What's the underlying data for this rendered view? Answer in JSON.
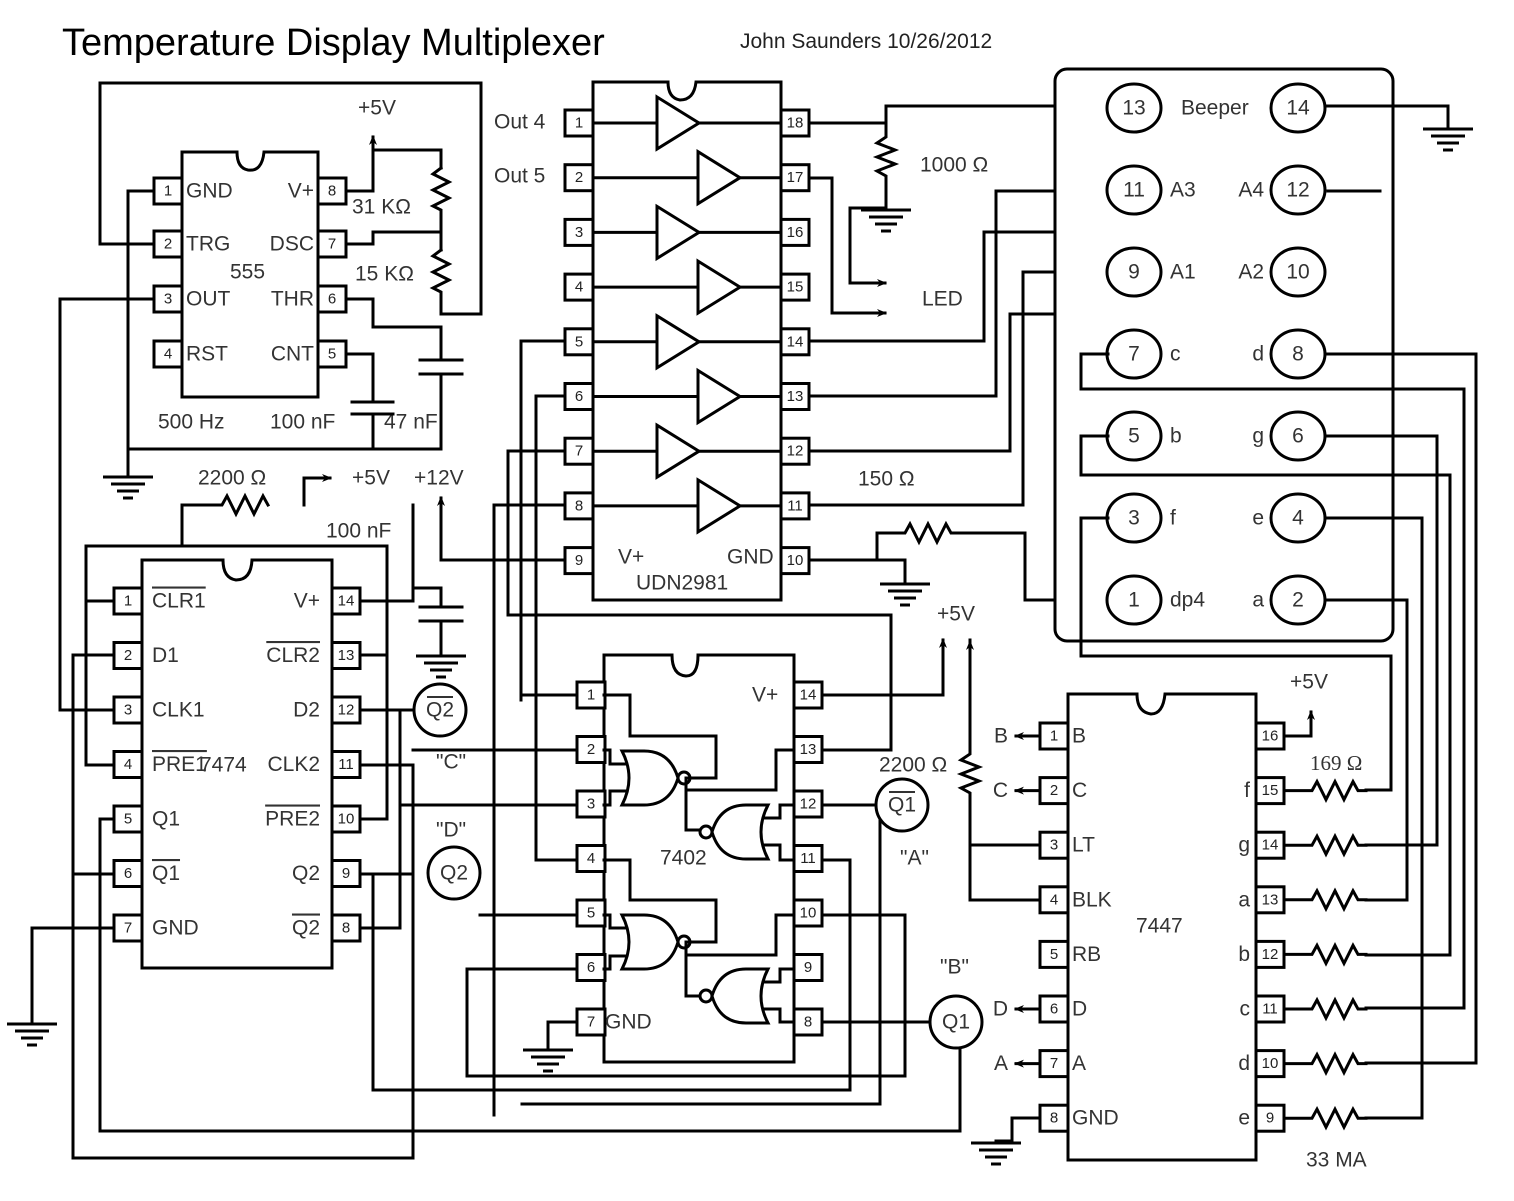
{
  "header": {
    "title": "Temperature Display Multiplexer",
    "author_date": "John Saunders 10/26/2012"
  },
  "timer555": {
    "name": "555",
    "left_pins": [
      {
        "num": "1",
        "label": "GND"
      },
      {
        "num": "2",
        "label": "TRG"
      },
      {
        "num": "3",
        "label": "OUT"
      },
      {
        "num": "4",
        "label": "RST"
      }
    ],
    "right_pins": [
      {
        "num": "8",
        "label": "V+"
      },
      {
        "num": "7",
        "label": "DSC"
      },
      {
        "num": "6",
        "label": "THR"
      },
      {
        "num": "5",
        "label": "CNT"
      }
    ],
    "supply": "+5V",
    "r1": "31 KΩ",
    "r2": "15 KΩ",
    "freq": "500 Hz",
    "c_cnt": "100 nF",
    "c_timing": "47 nF"
  },
  "udn2981": {
    "name": "UDN2981",
    "vplus": "V+",
    "gnd": "GND",
    "left_pins": [
      "1",
      "2",
      "3",
      "4",
      "5",
      "6",
      "7",
      "8",
      "9"
    ],
    "right_pins": [
      "18",
      "17",
      "16",
      "15",
      "14",
      "13",
      "12",
      "11",
      "10"
    ],
    "out4": "Out 4",
    "out5": "Out 5",
    "r_beeper": "1000 Ω",
    "led": "LED",
    "r_gnd": "150 Ω"
  },
  "display": {
    "beeper": "Beeper",
    "rows": [
      {
        "left_num": "13",
        "left_label": "",
        "right_label": "",
        "right_num": "14"
      },
      {
        "left_num": "11",
        "left_label": "A3",
        "right_label": "A4",
        "right_num": "12"
      },
      {
        "left_num": "9",
        "left_label": "A1",
        "right_label": "A2",
        "right_num": "10"
      },
      {
        "left_num": "7",
        "left_label": "c",
        "right_label": "d",
        "right_num": "8"
      },
      {
        "left_num": "5",
        "left_label": "b",
        "right_label": "g",
        "right_num": "6"
      },
      {
        "left_num": "3",
        "left_label": "f",
        "right_label": "e",
        "right_num": "4"
      },
      {
        "left_num": "1",
        "left_label": "dp4",
        "right_label": "a",
        "right_num": "2"
      }
    ]
  },
  "ff7474": {
    "name": "7474",
    "left_pins": [
      {
        "num": "1",
        "label": "CLR1",
        "bar": true
      },
      {
        "num": "2",
        "label": "D1",
        "bar": false
      },
      {
        "num": "3",
        "label": "CLK1",
        "bar": false
      },
      {
        "num": "4",
        "label": "PRE1",
        "bar": true
      },
      {
        "num": "5",
        "label": "Q1",
        "bar": false
      },
      {
        "num": "6",
        "label": "Q1",
        "bar": true
      },
      {
        "num": "7",
        "label": "GND",
        "bar": false
      }
    ],
    "right_pins": [
      {
        "num": "14",
        "label": "V+",
        "bar": false
      },
      {
        "num": "13",
        "label": "CLR2",
        "bar": true
      },
      {
        "num": "12",
        "label": "D2",
        "bar": false
      },
      {
        "num": "11",
        "label": "CLK2",
        "bar": false
      },
      {
        "num": "10",
        "label": "PRE2",
        "bar": true
      },
      {
        "num": "9",
        "label": "Q2",
        "bar": false
      },
      {
        "num": "8",
        "label": "Q2",
        "bar": true
      }
    ],
    "r_pullup": "2200 Ω",
    "v5": "+5V",
    "v12": "+12V",
    "c_bypass": "100 nF"
  },
  "nor7402": {
    "name": "7402",
    "vplus": "V+",
    "gnd": "GND",
    "left_pins": [
      "1",
      "2",
      "3",
      "4",
      "5",
      "6",
      "7"
    ],
    "right_pins": [
      "14",
      "13",
      "12",
      "11",
      "10",
      "9",
      "8"
    ],
    "supply": "+5V"
  },
  "nodes": {
    "q2bar": "Q2",
    "q2": "Q2",
    "q1bar": "Q1",
    "q1": "Q1",
    "tag_c": "\"C\"",
    "tag_d": "\"D\"",
    "tag_a": "\"A\"",
    "tag_b": "\"B\""
  },
  "decoder7447": {
    "name": "7447",
    "supply": "+5V",
    "r_pullup": "2200 Ω",
    "r_seg": "169 Ω",
    "current": "33 MA",
    "left_pins": [
      {
        "num": "1",
        "label": "B",
        "ext": "B"
      },
      {
        "num": "2",
        "label": "C",
        "ext": "C"
      },
      {
        "num": "3",
        "label": "LT",
        "ext": ""
      },
      {
        "num": "4",
        "label": "BLK",
        "ext": ""
      },
      {
        "num": "5",
        "label": "RB",
        "ext": ""
      },
      {
        "num": "6",
        "label": "D",
        "ext": "D"
      },
      {
        "num": "7",
        "label": "A",
        "ext": "A"
      },
      {
        "num": "8",
        "label": "GND",
        "ext": ""
      }
    ],
    "right_pins": [
      {
        "num": "16",
        "label": ""
      },
      {
        "num": "15",
        "label": "f"
      },
      {
        "num": "14",
        "label": "g"
      },
      {
        "num": "13",
        "label": "a"
      },
      {
        "num": "12",
        "label": "b"
      },
      {
        "num": "11",
        "label": "c"
      },
      {
        "num": "10",
        "label": "d"
      },
      {
        "num": "9",
        "label": "e"
      }
    ]
  }
}
